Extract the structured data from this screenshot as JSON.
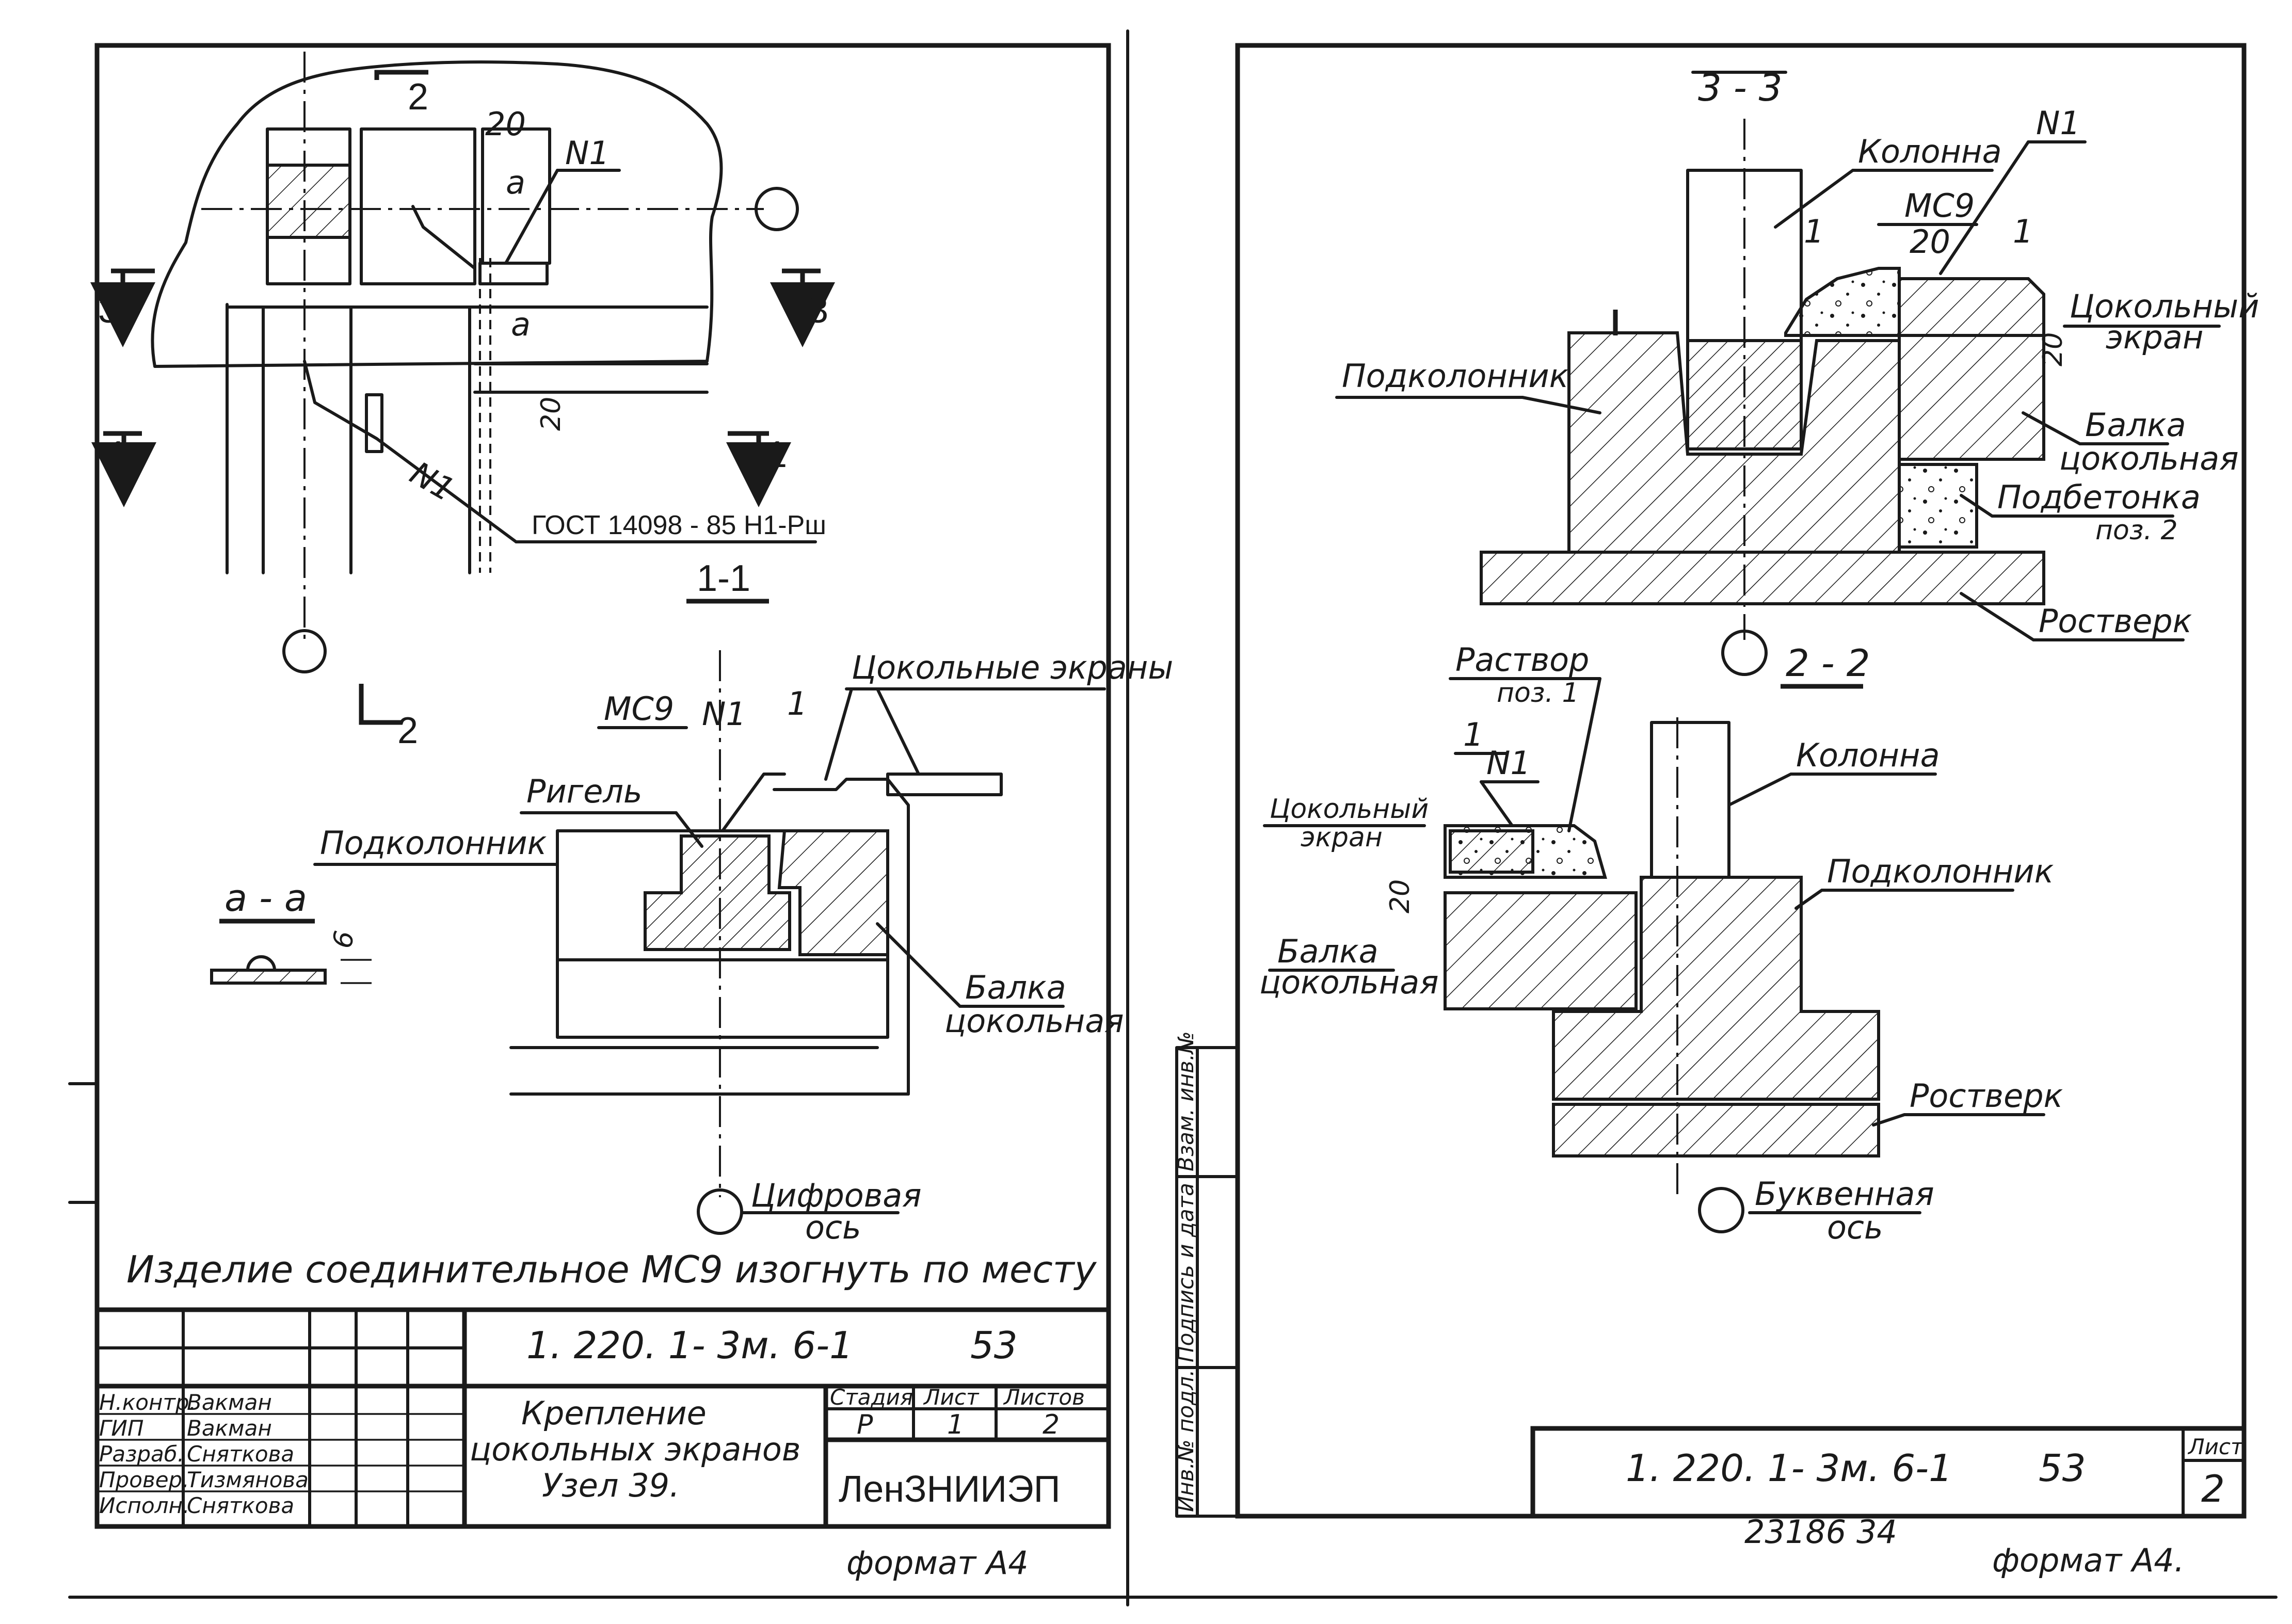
{
  "left_sheet": {
    "section_1_1": {
      "title": "1-1",
      "cut_marks": [
        "2",
        "3",
        "3",
        "1",
        "1"
      ],
      "dim_20_top": "20",
      "dim_20_side": "20",
      "callout_n1_top": "N1",
      "callout_n1_diag": "N1",
      "section_a_letter_1": "a",
      "section_a_letter_2": "a",
      "gost_label": "ГОСТ 14098 - 85  Н1-Рш"
    },
    "section_2_mark": "2",
    "detail_aa": {
      "title": "a - a",
      "dim": "6"
    },
    "node_section": {
      "label_ms9": "МС9",
      "label_n1": "N1",
      "label_1": "1",
      "label_rigel": "Ригель",
      "label_podkolonnik": "Подколонник",
      "label_screens": "Цокольные экраны",
      "label_beam_line1": "Балка",
      "label_beam_line2": "цокольная",
      "axis_label_line1": "Цифровая",
      "axis_label_line2": "ось"
    },
    "note": "Изделие  соединительное МС9 изогнуть по месту",
    "title_block": {
      "doc_code": "1. 220. 1- 3м. 6-1",
      "issue": "53",
      "roles": [
        "Н.контр.",
        "ГИП",
        "Разраб.",
        "Провер.",
        "Исполн."
      ],
      "names": [
        "Вакман",
        "Вакман",
        "Сняткова",
        "Тизмянова",
        "Сняткова"
      ],
      "title_line1": "Крепление",
      "title_line2": "цокольных экранов",
      "title_line3": "Узел 39.",
      "stage_header": "Стадия",
      "sheet_header": "Лист",
      "sheets_header": "Листов",
      "stage": "Р",
      "sheet": "1",
      "sheets": "2",
      "org": "ЛенЗНИИЭП"
    },
    "format": "формат А4"
  },
  "right_sheet": {
    "section_3_3": {
      "title": "3 - 3",
      "label_kolonna": "Колонна",
      "label_ms9": "МС9",
      "label_n1": "N1",
      "label_20": "20",
      "label_1a": "1",
      "label_1b": "1",
      "label_screen_line1": "Цокольный",
      "label_screen_line2": "экран",
      "dim_20": "20",
      "label_podkolonnik": "Подколонник",
      "label_beam_line1": "Балка",
      "label_beam_line2": "цокольная",
      "label_podbetonka_line1": "Подбетонка",
      "label_podbetonka_line2": "поз. 2",
      "label_rostverk": "Ростверк"
    },
    "section_2_2": {
      "title": "2 - 2",
      "label_rastvor_line1": "Раствор",
      "label_rastvor_line2": "поз. 1",
      "label_1": "1",
      "label_n1": "N1",
      "label_kolonna": "Колонна",
      "label_screen_line1": "Цокольный",
      "label_screen_line2": "экран",
      "dim_20": "20",
      "label_podkolonnik": "Подколонник",
      "label_beam_line1": "Балка",
      "label_beam_line2": "цокольная",
      "label_rostverk": "Ростверк",
      "axis_label_line1": "Буквенная",
      "axis_label_line2": "ось"
    },
    "side_stamp": [
      "Инв.№ подл.",
      "Подпись и дата",
      "Взам. инв.№"
    ],
    "title_block": {
      "doc_code": "1. 220. 1- 3м. 6-1",
      "issue": "53",
      "sheet_header": "Лист",
      "sheet": "2"
    },
    "bottom_numbers": "23186    34",
    "format": "формат А4."
  }
}
